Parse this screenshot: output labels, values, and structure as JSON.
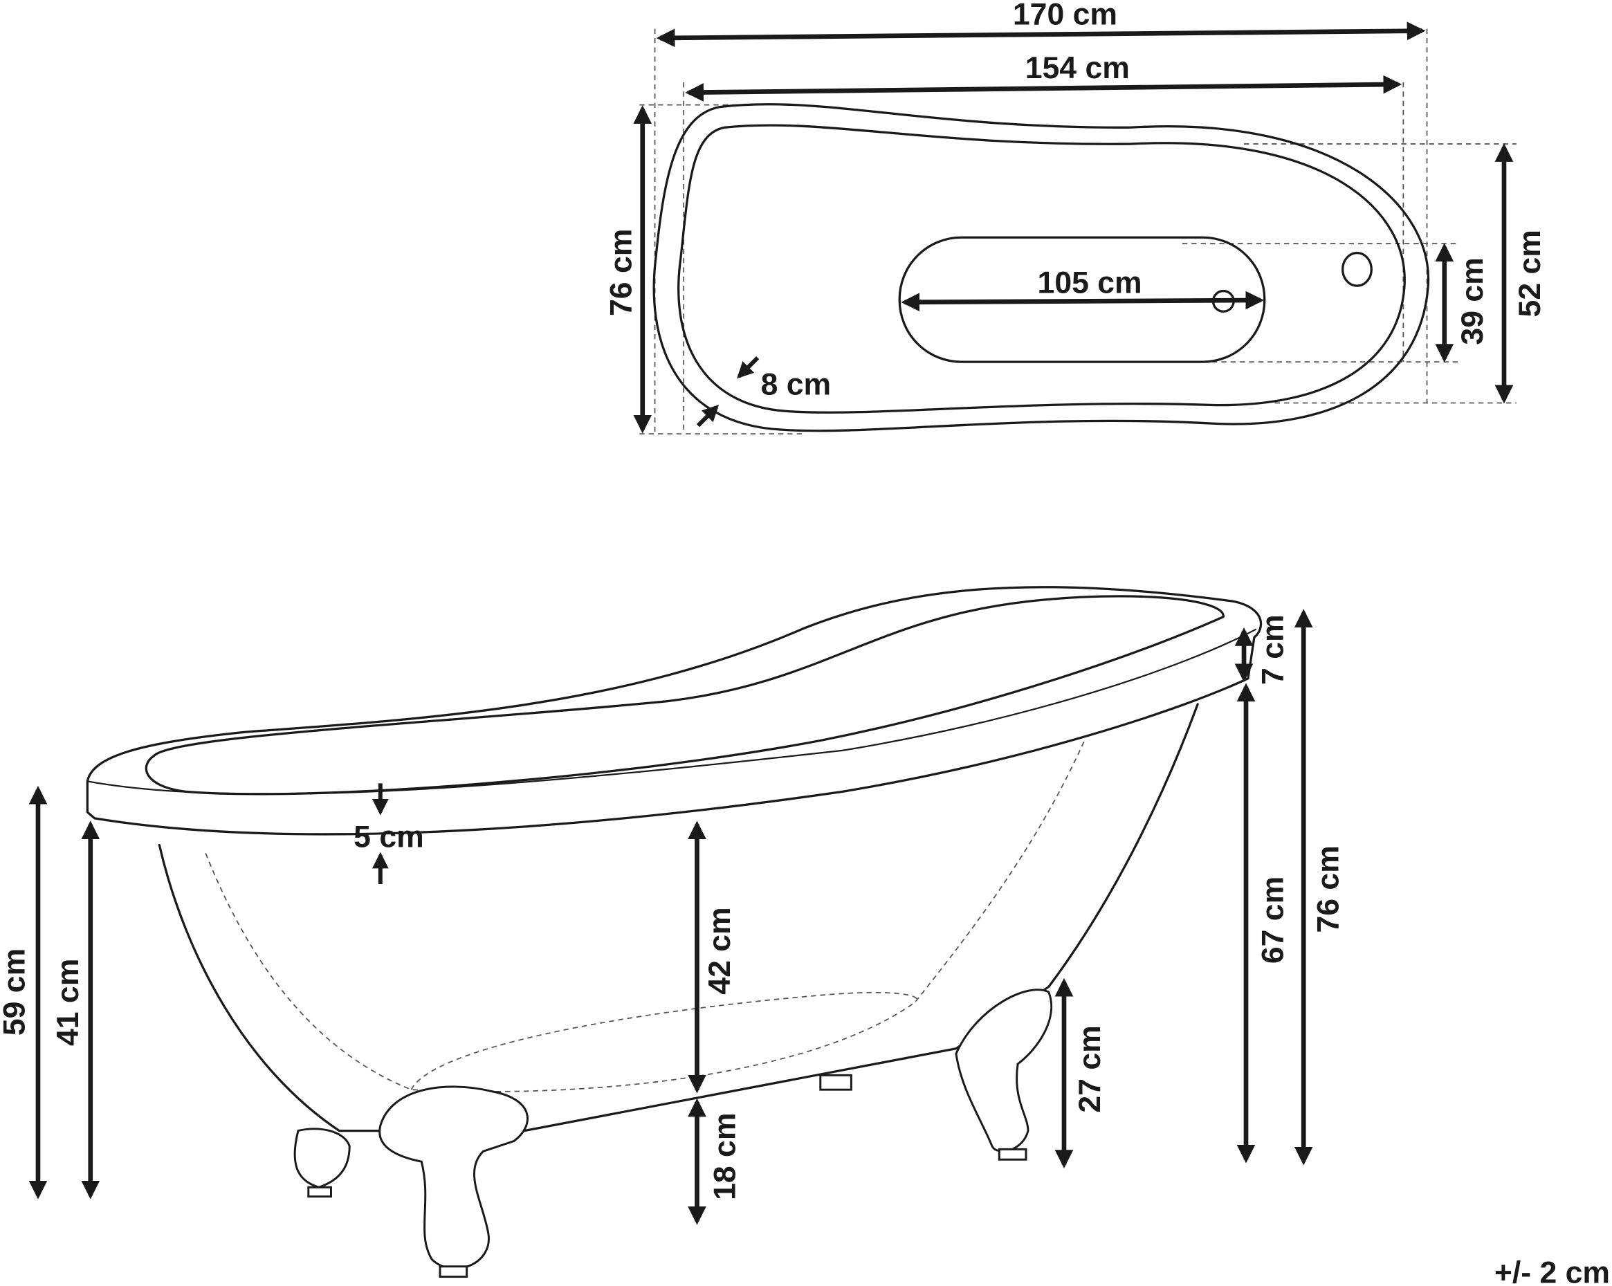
{
  "top_view": {
    "overall_length": "170 cm",
    "inner_length": "154 cm",
    "overall_width": "76 cm",
    "basin_length": "105 cm",
    "rim_width": "8 cm",
    "basin_width": "39 cm",
    "inner_width": "52 cm"
  },
  "side_view": {
    "height_left_top": "59 cm",
    "height_left_rim": "41 cm",
    "rim_thickness": "5 cm",
    "depth_inner": "42 cm",
    "floor_clearance": "18 cm",
    "foot_height": "27 cm",
    "head_rim": "7 cm",
    "height_right_rim": "67 cm",
    "height_right_top": "76 cm"
  },
  "tolerance": "+/- 2 cm"
}
